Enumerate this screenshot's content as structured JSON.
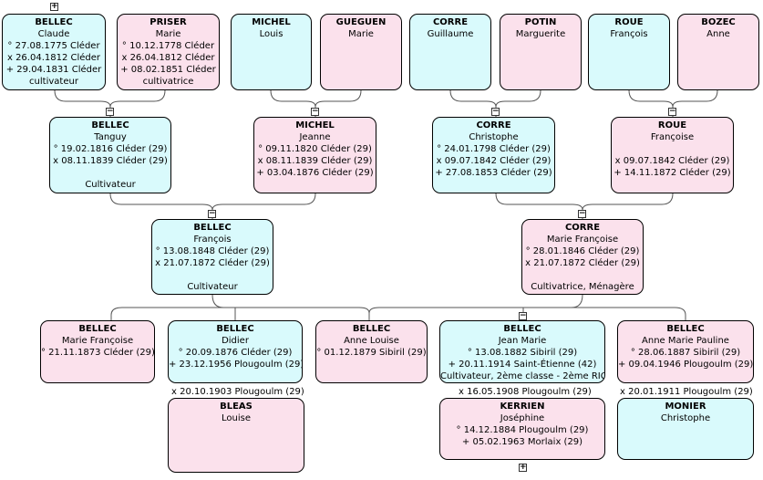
{
  "people": {
    "bellec_claude": {
      "surname": "BELLEC",
      "given": "Claude",
      "lines": [
        "° 27.08.1775 Cléder",
        "x 26.04.1812 Cléder",
        "+ 29.04.1831 Cléder",
        "cultivateur"
      ]
    },
    "priser_marie": {
      "surname": "PRISER",
      "given": "Marie",
      "lines": [
        "° 10.12.1778 Cléder",
        "x 26.04.1812 Cléder",
        "+ 08.02.1851 Cléder",
        "cultivatrice"
      ]
    },
    "michel_louis": {
      "surname": "MICHEL",
      "given": "Louis",
      "lines": []
    },
    "gueguen_marie": {
      "surname": "GUEGUEN",
      "given": "Marie",
      "lines": []
    },
    "corre_guillaume": {
      "surname": "CORRE",
      "given": "Guillaume",
      "lines": []
    },
    "potin_marguerite": {
      "surname": "POTIN",
      "given": "Marguerite",
      "lines": []
    },
    "roue_francois": {
      "surname": "ROUE",
      "given": "François",
      "lines": []
    },
    "bozec_anne": {
      "surname": "BOZEC",
      "given": "Anne",
      "lines": []
    },
    "bellec_tanguy": {
      "surname": "BELLEC",
      "given": "Tanguy",
      "lines": [
        "° 19.02.1816 Cléder (29)",
        "x 08.11.1839 Cléder (29)",
        "",
        "Cultivateur"
      ]
    },
    "michel_jeanne": {
      "surname": "MICHEL",
      "given": "Jeanne",
      "lines": [
        "° 09.11.1820 Cléder (29)",
        "x 08.11.1839 Cléder (29)",
        "+ 03.04.1876 Cléder (29)"
      ]
    },
    "corre_christophe": {
      "surname": "CORRE",
      "given": "Christophe",
      "lines": [
        "° 24.01.1798 Cléder (29)",
        "x 09.07.1842 Cléder (29)",
        "+ 27.08.1853 Cléder (29)"
      ]
    },
    "roue_francoise": {
      "surname": "ROUE",
      "given": "Françoise",
      "lines": [
        "",
        "x 09.07.1842 Cléder (29)",
        "+ 14.11.1872 Cléder (29)"
      ]
    },
    "bellec_francois": {
      "surname": "BELLEC",
      "given": "François",
      "lines": [
        "° 13.08.1848 Cléder (29)",
        "x 21.07.1872 Cléder (29)",
        "",
        "Cultivateur"
      ]
    },
    "corre_marie_francoise": {
      "surname": "CORRE",
      "given": "Marie Françoise",
      "lines": [
        "° 28.01.1846 Cléder (29)",
        "x 21.07.1872 Cléder (29)",
        "",
        "Cultivatrice, Ménagère"
      ]
    },
    "bellec_marie_francoise": {
      "surname": "BELLEC",
      "given": "Marie Françoise",
      "lines": [
        "° 21.11.1873 Cléder (29)"
      ]
    },
    "bellec_didier": {
      "surname": "BELLEC",
      "given": "Didier",
      "lines": [
        "° 20.09.1876 Cléder (29)",
        "+ 23.12.1956 Plougoulm (29)"
      ]
    },
    "bellec_anne_louise": {
      "surname": "BELLEC",
      "given": "Anne Louise",
      "lines": [
        "° 01.12.1879 Sibiril (29)"
      ]
    },
    "bellec_jean_marie": {
      "surname": "BELLEC",
      "given": "Jean Marie",
      "lines": [
        "° 13.08.1882 Sibiril (29)",
        "+ 20.11.1914 Saint-Étienne (42)",
        "Cultivateur, 2ème classe - 2ème RIC"
      ]
    },
    "bellec_anne_marie_pauline": {
      "surname": "BELLEC",
      "given": "Anne Marie Pauline",
      "lines": [
        "° 28.06.1887 Sibiril (29)",
        "+ 09.04.1946 Plougoulm (29)"
      ]
    },
    "bleas_louise": {
      "surname": "BLEAS",
      "given": "Louise",
      "lines": []
    },
    "kerrien_josephine": {
      "surname": "KERRIEN",
      "given": "Joséphine",
      "lines": [
        "° 14.12.1884 Plougoulm (29)",
        "+ 05.02.1963 Morlaix (29)"
      ]
    },
    "monier_christophe": {
      "surname": "MONIER",
      "given": "Christophe",
      "lines": []
    }
  },
  "marriages": {
    "didier": "x 20.10.1903 Plougoulm (29)",
    "jean_marie": "x 16.05.1908 Plougoulm (29)",
    "anne_marie_pauline": "x 20.01.1911 Plougoulm (29)"
  },
  "toggles": {
    "collapse": "−",
    "expand": "+"
  },
  "colors": {
    "male": "#d9fafc",
    "female": "#fbe1ec",
    "border": "#000000",
    "line": "#555555"
  }
}
